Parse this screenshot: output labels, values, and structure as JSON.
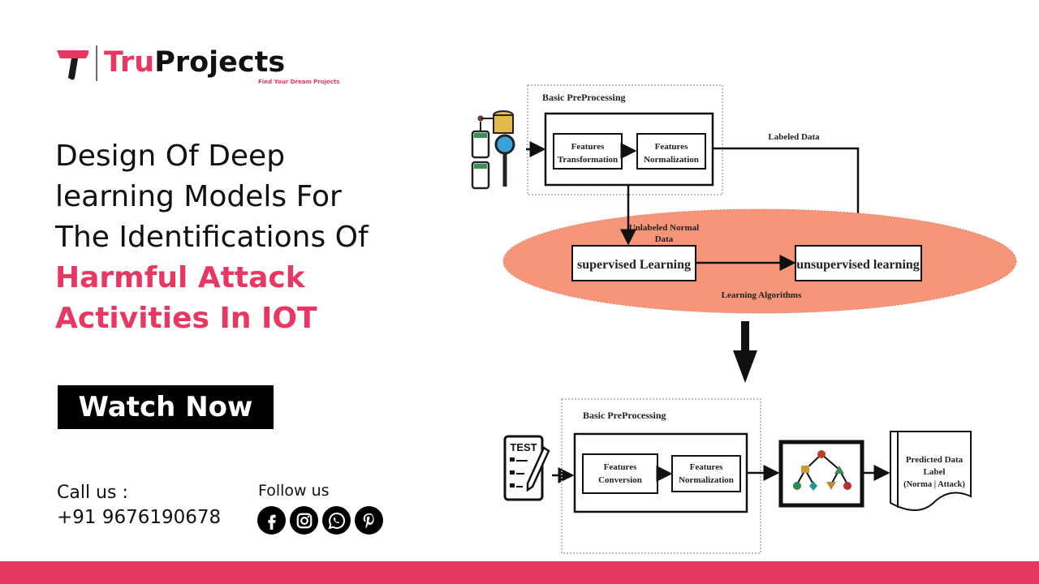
{
  "brand": {
    "name_part1": "Tru",
    "name_part2": "Projects",
    "tagline": "Find Your Dream Projects",
    "accent_color": "#e83862"
  },
  "hero": {
    "title_lines": [
      "Design Of Deep",
      "learning Models For",
      "The Identifications Of"
    ],
    "title_accent_lines": [
      "Harmful Attack",
      "Activities In IOT"
    ]
  },
  "cta": {
    "watch_label": "Watch Now"
  },
  "contact": {
    "call_label": "Call us :",
    "phone": "+91 9676190678",
    "follow_label": "Follow us",
    "socials": [
      {
        "name": "facebook",
        "icon": "facebook-icon"
      },
      {
        "name": "instagram",
        "icon": "instagram-icon"
      },
      {
        "name": "whatsapp",
        "icon": "whatsapp-icon"
      },
      {
        "name": "pinterest",
        "icon": "pinterest-icon"
      }
    ]
  },
  "diagram": {
    "top_group_label": "Basic PreProcessing",
    "top_box1": [
      "Features",
      "Transformation"
    ],
    "top_box2": [
      "Features",
      "Normalization"
    ],
    "labeled_data": "Labeled Data",
    "unlabeled_data": [
      "Unlabeled Normal",
      "Data"
    ],
    "supervised": "supervised Learning",
    "unsupervised": "unsupervised learning",
    "learning_algorithms": "Learning Algorithms",
    "bottom_group_label": "Basic PreProcessing",
    "bottom_box1": [
      "Features",
      "Conversion"
    ],
    "bottom_box2": [
      "Features",
      "Normalization"
    ],
    "test_label": "TEST",
    "output_doc": [
      "Predicted Data",
      "Label",
      "(Norma | Attack)"
    ],
    "ellipse_color": "#f5967a"
  }
}
